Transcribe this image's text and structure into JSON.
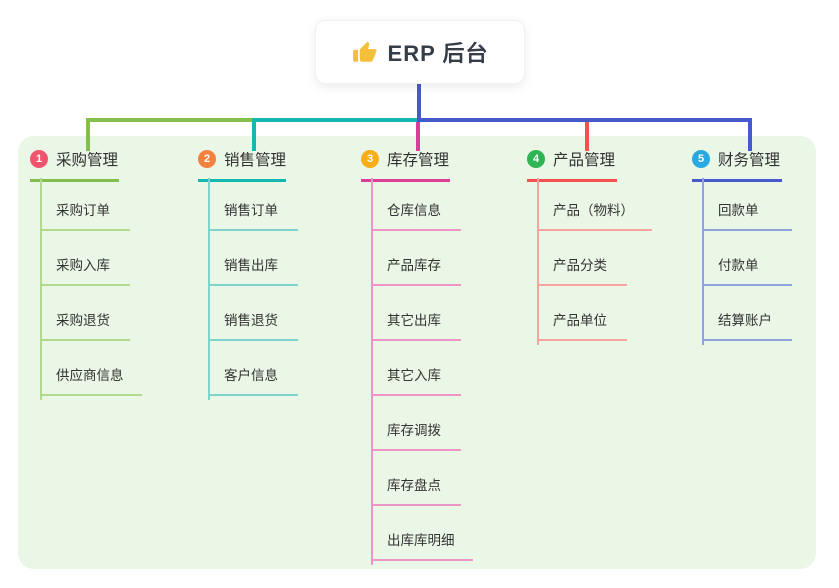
{
  "root": {
    "title": "ERP 后台",
    "icon": "thumbs-up",
    "line_color": "#4859cc"
  },
  "panel": {
    "background": "#eaf6e6"
  },
  "branches": [
    {
      "index": "1",
      "label": "采购管理",
      "badge_color": "#f1546d",
      "line_color": "#84bf4b",
      "child_line_color": "#b3d98f",
      "children": [
        "采购订单",
        "采购入库",
        "采购退货",
        "供应商信息"
      ]
    },
    {
      "index": "2",
      "label": "销售管理",
      "badge_color": "#f5813f",
      "line_color": "#14b8b1",
      "child_line_color": "#7fd3cc",
      "children": [
        "销售订单",
        "销售出库",
        "销售退货",
        "客户信息"
      ]
    },
    {
      "index": "3",
      "label": "库存管理",
      "badge_color": "#f9ad17",
      "line_color": "#d93f97",
      "child_line_color": "#eb96c6",
      "children": [
        "仓库信息",
        "产品库存",
        "其它出库",
        "其它入库",
        "库存调拨",
        "库存盘点",
        "出库库明细"
      ]
    },
    {
      "index": "4",
      "label": "产品管理",
      "badge_color": "#2eb452",
      "line_color": "#f4514f",
      "child_line_color": "#f9a3a1",
      "children": [
        "产品（物料）",
        "产品分类",
        "产品单位"
      ]
    },
    {
      "index": "5",
      "label": "财务管理",
      "badge_color": "#29a9e1",
      "line_color": "#4859cc",
      "child_line_color": "#92a2dc",
      "children": [
        "回款单",
        "付款单",
        "结算账户"
      ]
    }
  ]
}
